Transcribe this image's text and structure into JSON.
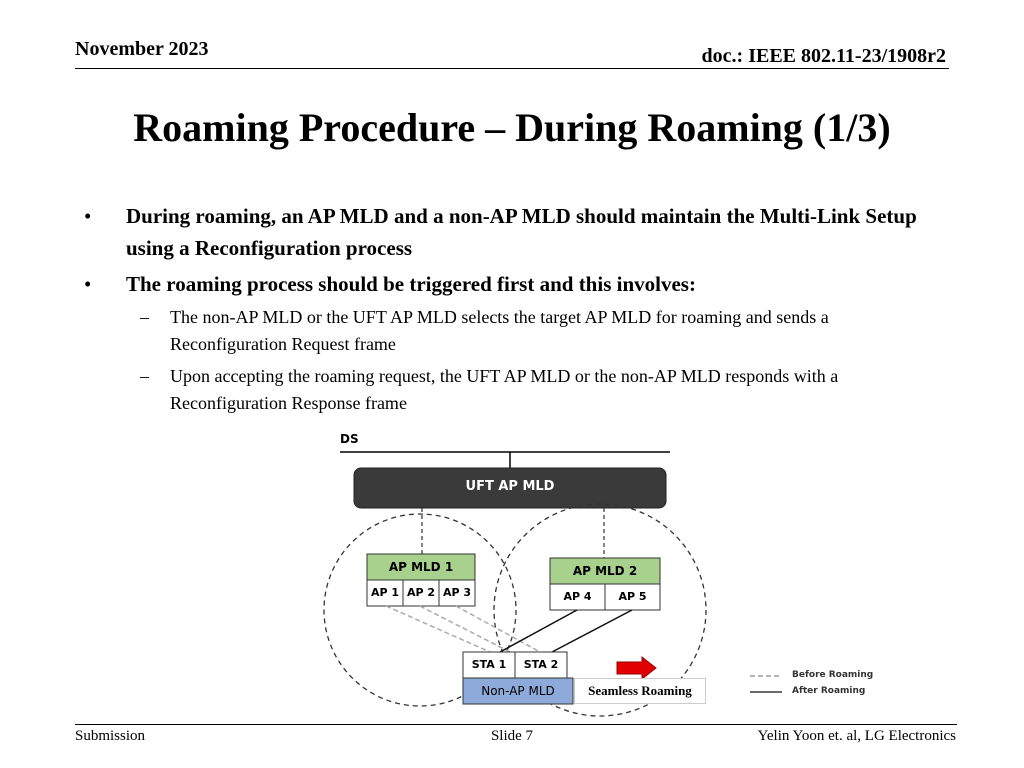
{
  "header": {
    "date": "November 2023",
    "doc": "doc.: IEEE 802.11-23/1908r2"
  },
  "title": "Roaming Procedure – During Roaming (1/3)",
  "bullets": [
    {
      "marker": "•",
      "text": "During roaming, an AP MLD and a non-AP MLD should maintain the Multi-Link Setup using a Reconfiguration process"
    },
    {
      "marker": "•",
      "text": "The roaming process should be triggered first and this involves:",
      "sub": [
        {
          "marker": "–",
          "text": "The non-AP MLD or the UFT AP MLD selects the target AP MLD for roaming and sends a Reconfiguration Request frame"
        },
        {
          "marker": "–",
          "text": "Upon accepting the roaming request, the UFT AP MLD or the non-AP MLD responds with a Reconfiguration Response frame"
        }
      ]
    }
  ],
  "diagram": {
    "ds": "DS",
    "uft": "UFT AP MLD",
    "ap_mld_1": {
      "label": "AP MLD 1",
      "aps": [
        "AP 1",
        "AP 2",
        "AP 3"
      ]
    },
    "ap_mld_2": {
      "label": "AP MLD 2",
      "aps": [
        "AP 4",
        "AP 5"
      ]
    },
    "stas": [
      "STA 1",
      "STA 2"
    ],
    "non_ap": "Non-AP MLD",
    "seamless": "Seamless Roaming",
    "legend": {
      "before": "Before Roaming",
      "after": "After Roaming"
    },
    "colors": {
      "uft_fill": "#3a3a3a",
      "mld_green": "#a9d18e",
      "non_ap_blue": "#8eaadb",
      "arrow_red": "#e00000"
    }
  },
  "footer": {
    "left": "Submission",
    "center": "Slide 7",
    "right": "Yelin Yoon et. al, LG Electronics"
  }
}
